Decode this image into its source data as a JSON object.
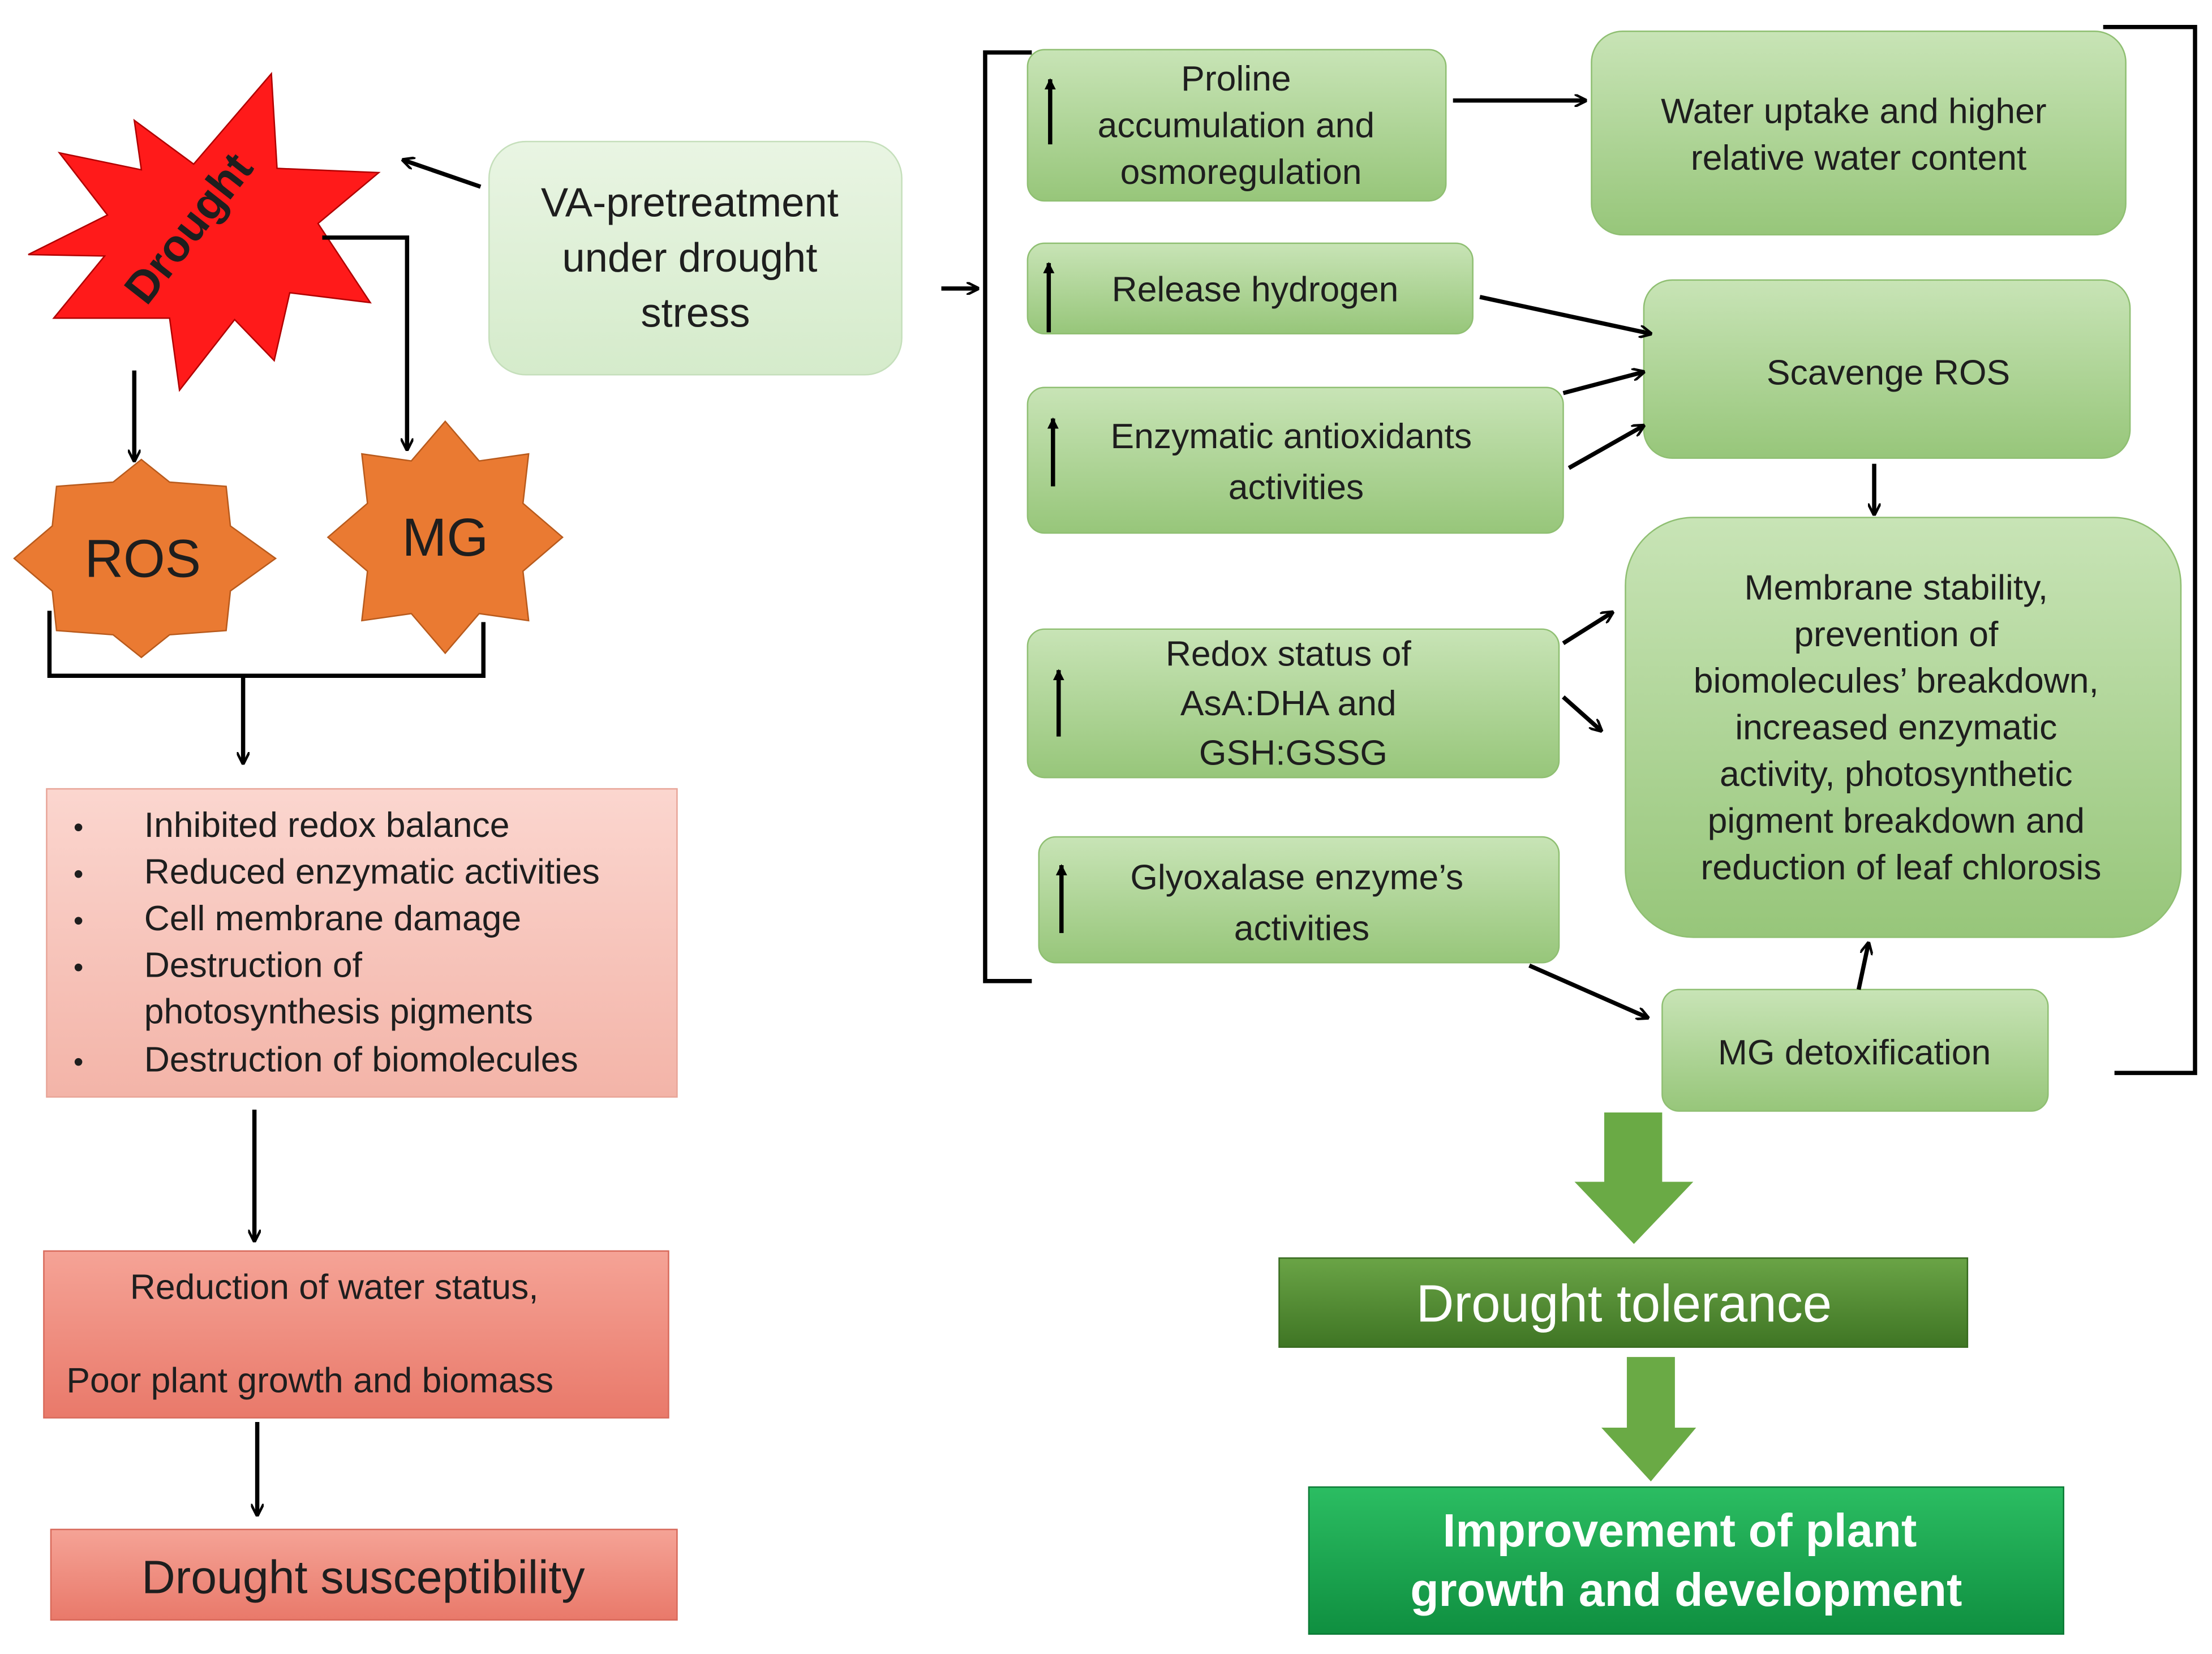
{
  "drought": "Drought",
  "ros": "ROS",
  "mg": "MG",
  "pretreatment": [
    "VA-pretreatment",
    "under drought",
    "stress"
  ],
  "damage_items": [
    [
      "Inhibited redox balance"
    ],
    [
      "Reduced enzymatic activities"
    ],
    [
      "Cell membrane damage"
    ],
    [
      "Destruction of",
      "photosynthesis pigments"
    ],
    [
      "Destruction of biomolecules"
    ]
  ],
  "reduction": [
    "Reduction of water status,",
    "Poor plant growth and biomass"
  ],
  "susceptibility": "Drought susceptibility",
  "proline": [
    "Proline",
    "accumulation and",
    "osmoregulation"
  ],
  "release_hydrogen": "Release hydrogen",
  "enzymatic_antioxidants": [
    "Enzymatic antioxidants",
    "activities"
  ],
  "redox_status": [
    "Redox  status of",
    "AsA:DHA and",
    "GSH:GSSG"
  ],
  "glyoxalase": [
    "Glyoxalase enzyme’s",
    "activities"
  ],
  "water_uptake": [
    "Water uptake and higher",
    "relative water content"
  ],
  "scavenge_ros": "Scavenge ROS",
  "membrane": [
    "Membrane stability,",
    "prevention of",
    "biomolecules’ breakdown,",
    "increased enzymatic",
    "activity, photosynthetic",
    "pigment breakdown and",
    "reduction of leaf chlorosis"
  ],
  "mg_detox": "MG detoxification",
  "tolerance": "Drought tolerance",
  "improvement": [
    "Improvement of plant",
    "growth and development"
  ],
  "colors": {
    "drought_star": "#ff1a1a",
    "star_orange": "#ea7a32",
    "light_green": "#dcefd5",
    "mid_green": "#a5cf8a",
    "dark_green": "#4f8a2f",
    "bright_green": "#17a54f",
    "pink": "#f7c1b7",
    "salmon": "#ef8d80"
  }
}
